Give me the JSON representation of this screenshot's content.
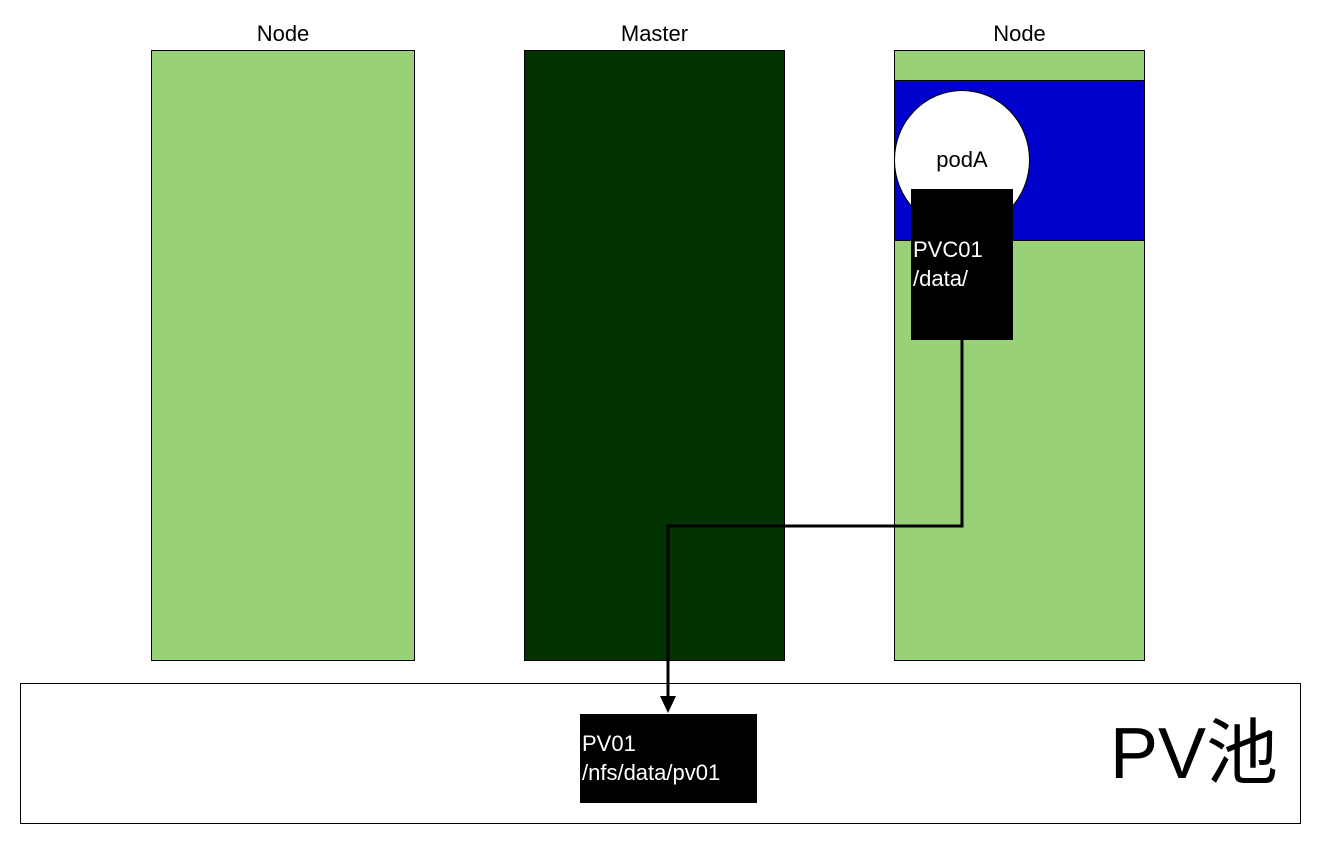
{
  "columns": {
    "left": {
      "title": "Node"
    },
    "middle": {
      "title": "Master"
    },
    "right": {
      "title": "Node"
    }
  },
  "pod": {
    "label": "podA"
  },
  "pvc": {
    "line1": "PVC01",
    "line2": "/data/"
  },
  "pool": {
    "title": "PV池"
  },
  "pv": {
    "line1": "PV01",
    "line2": "/nfs/data/pv01"
  },
  "colors": {
    "node": "#99d178",
    "master": "#003300",
    "pod_band": "#0000cc",
    "volume": "#000000",
    "connector": "#000000"
  }
}
